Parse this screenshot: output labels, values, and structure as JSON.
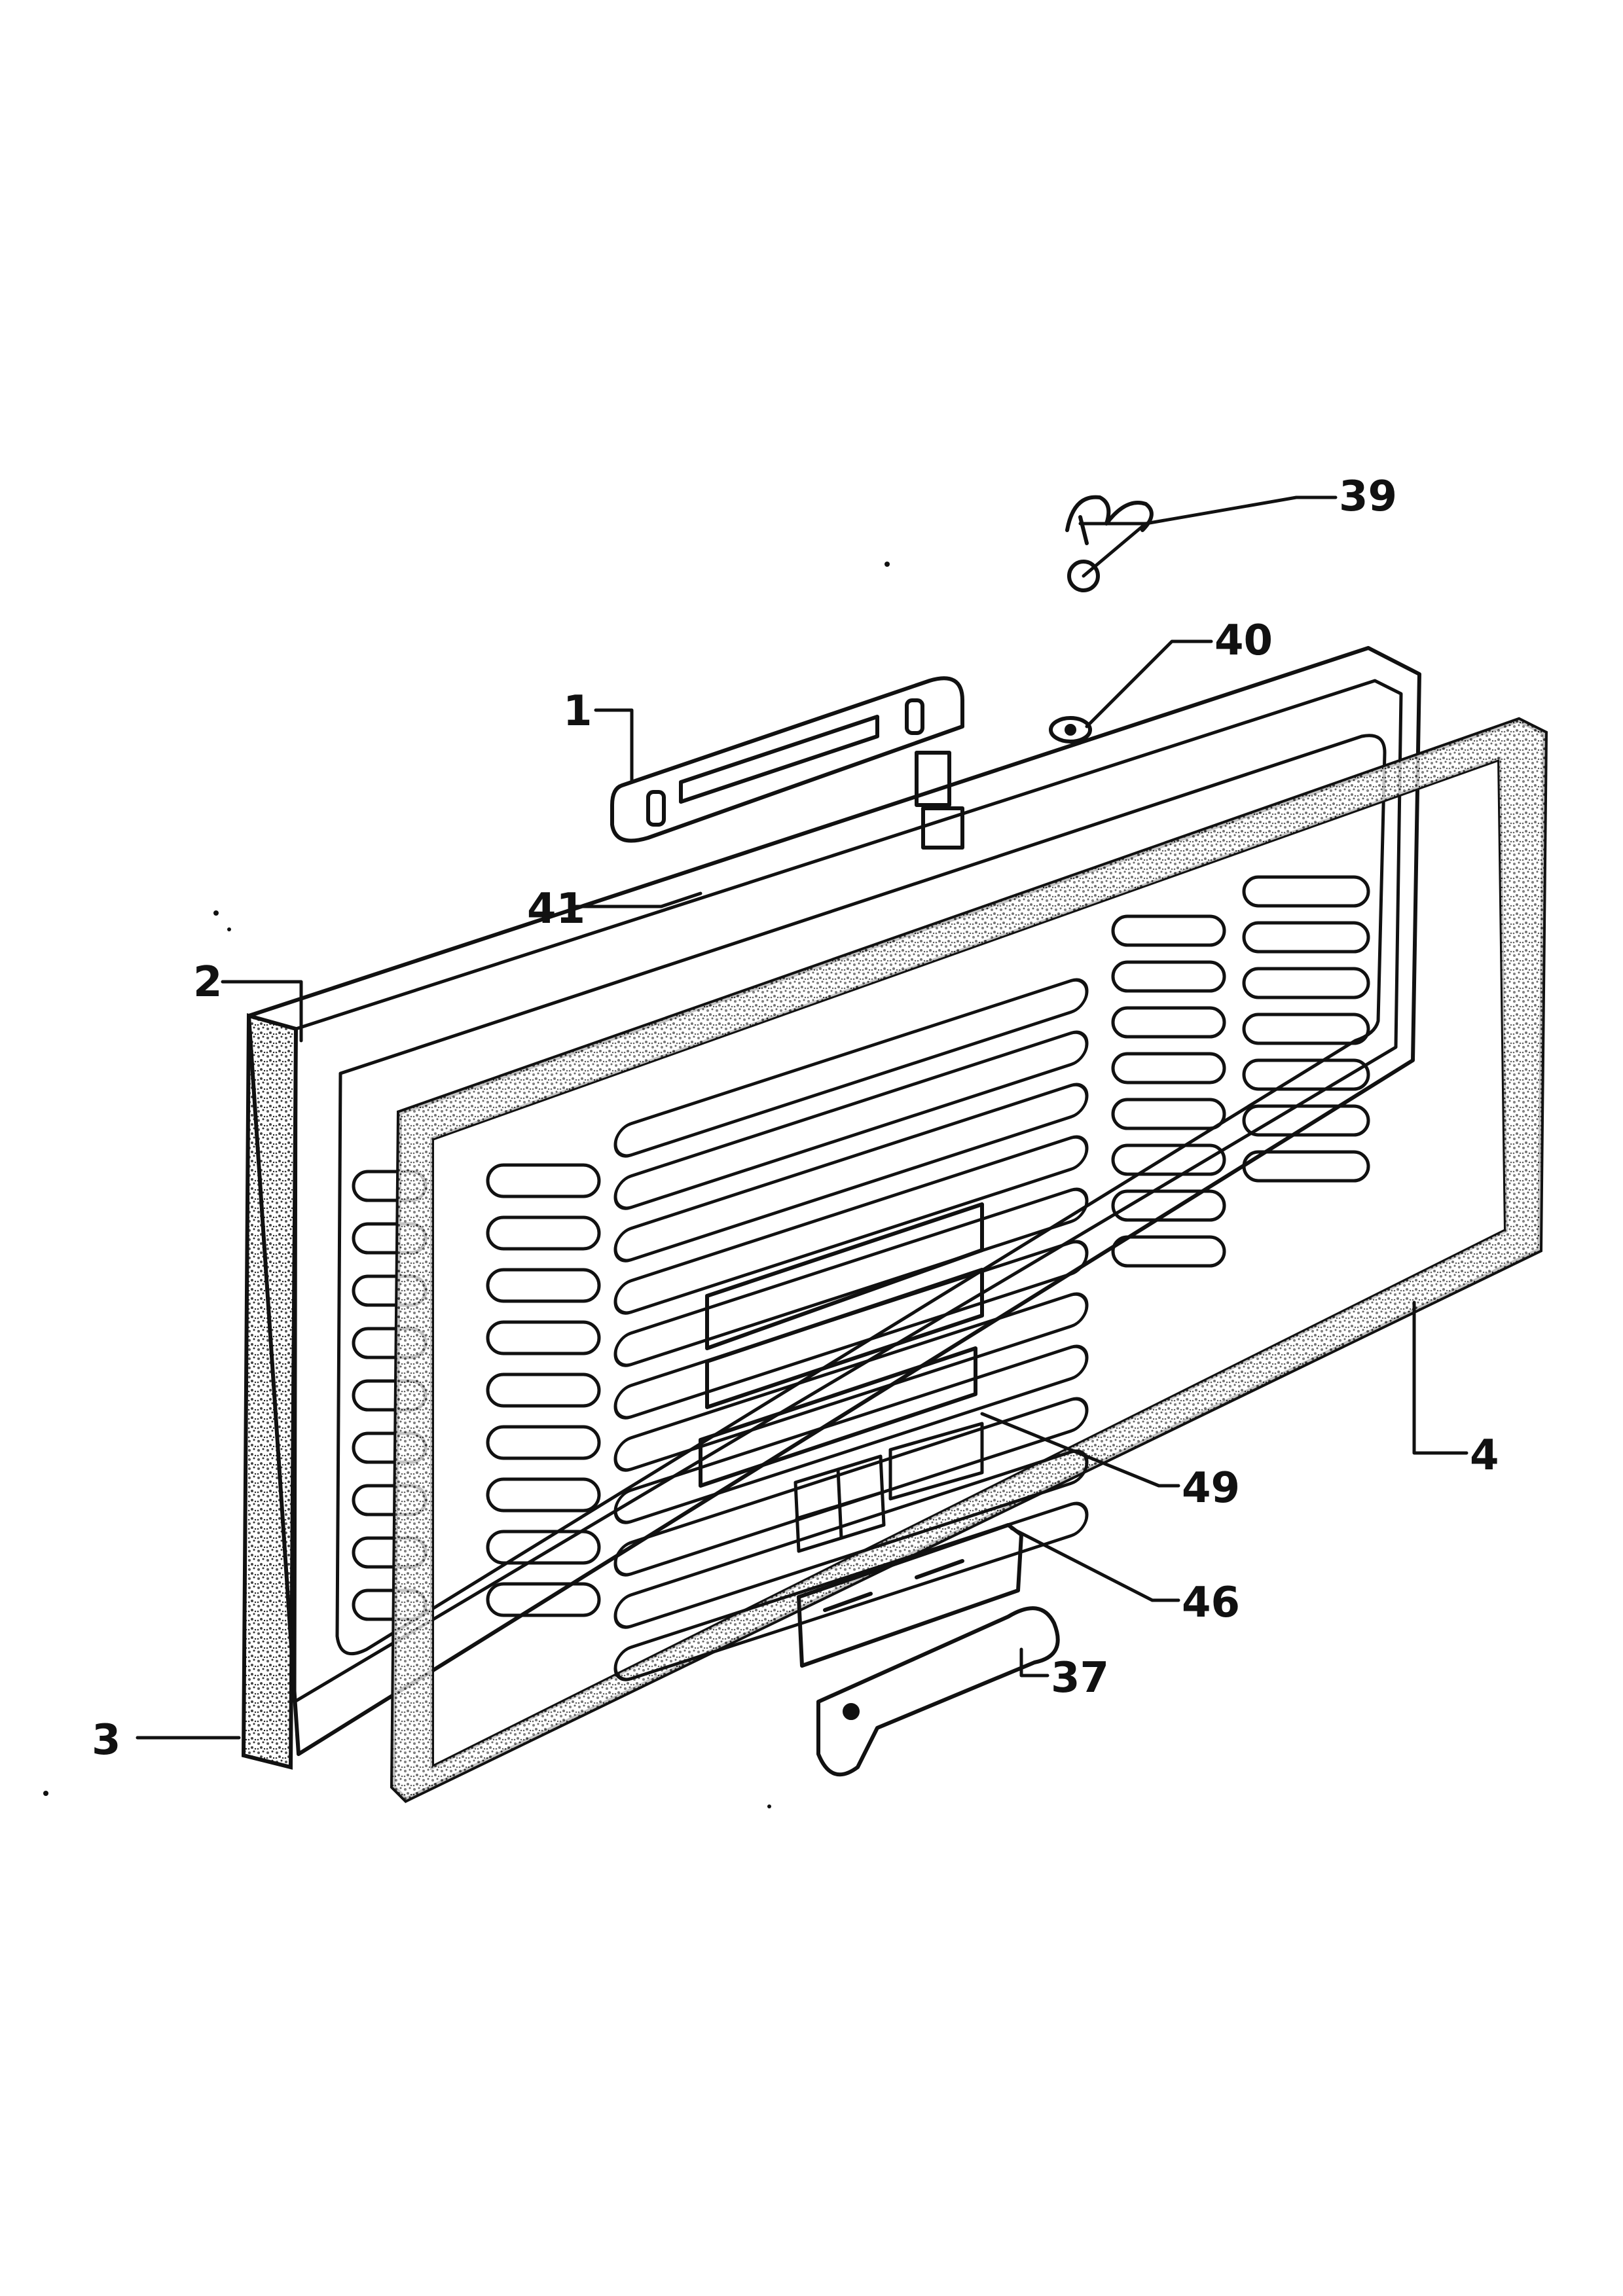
{
  "diagram": {
    "callouts": {
      "c1": "1",
      "c2": "2",
      "c3": "3",
      "c4": "4",
      "c37": "37",
      "c39": "39",
      "c40": "40",
      "c41": "41",
      "c46": "46",
      "c49": "49"
    },
    "colors": {
      "ink": "#111111",
      "paper": "#ffffff",
      "speckle": "#555555"
    }
  }
}
